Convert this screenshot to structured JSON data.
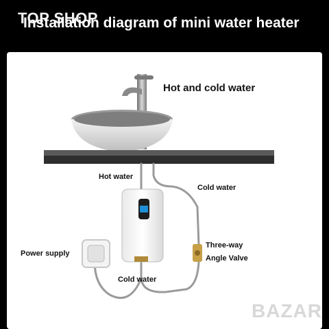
{
  "header": {
    "watermark": "TOP SHOP",
    "title": "Installation diagram of mini water heater"
  },
  "labels": {
    "hot_and_cold": "Hot and cold water",
    "hot_water": "Hot water",
    "cold_water_top": "Cold water",
    "power_supply": "Power supply",
    "three_way_line1": "Three-way",
    "three_way_line2": "Angle Valve",
    "cold_water_bottom": "Cold water"
  },
  "watermark_bottom": "BAZAR",
  "colors": {
    "background": "#000000",
    "panel": "#ffffff",
    "counter": "#3a3a3a",
    "display": "#1e8fd6",
    "pipe": "#9a9a9a"
  }
}
